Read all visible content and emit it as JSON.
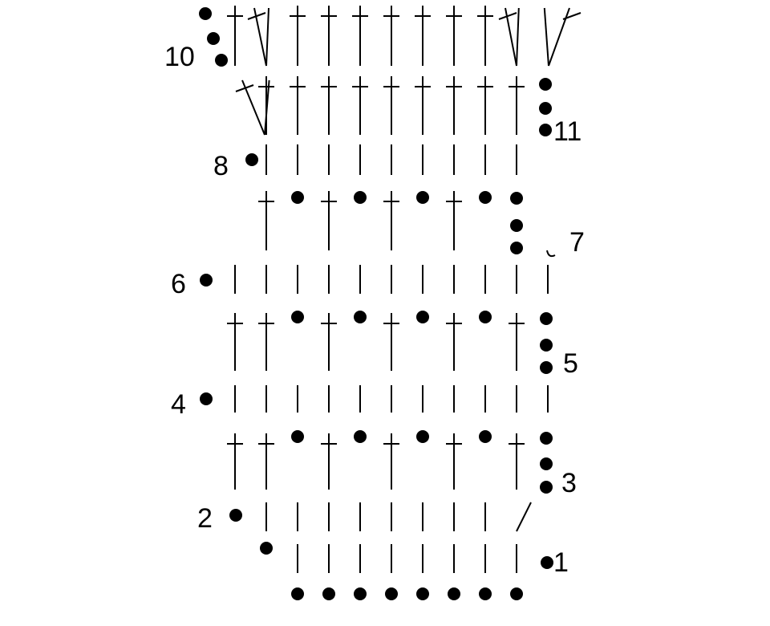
{
  "row_labels": {
    "r1": "1",
    "r2": "2",
    "r3": "3",
    "r4": "4",
    "r5": "5",
    "r6": "6",
    "r7": "7",
    "r8": "8",
    "r10": "10",
    "r11": "11"
  },
  "colors": {
    "ink": "#000000",
    "background": "#ffffff"
  },
  "symbol_names": [
    "chain-dot",
    "single-crochet",
    "half-double-crochet",
    "treble-crochet",
    "treble-crochet-2-together",
    "slip-stitch-arc"
  ]
}
